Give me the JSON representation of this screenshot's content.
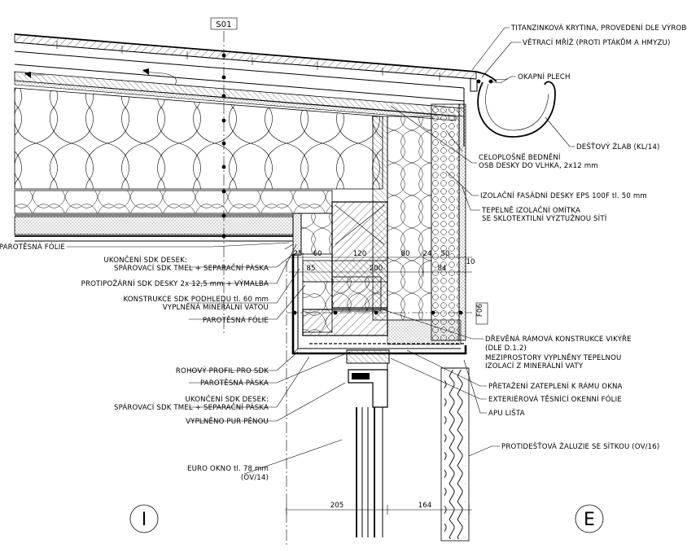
{
  "section_mark": "S01",
  "detail_ref": "F06",
  "interior_mark": "I",
  "exterior_mark": "E",
  "dimensions": {
    "d25": "25",
    "d60": "60",
    "d120": "120",
    "d80": "80",
    "d24": "24",
    "d50": "50",
    "d10": "10",
    "d85": "85",
    "d200": "200",
    "d84": "84",
    "d205": "205",
    "d164": "164"
  },
  "right_labels": {
    "roof_cover": "TITANZINKOVÁ KRYTINA, PROVEDENÍ DLE VÝROBCE",
    "vent_grille": "VĚTRACÍ MŘÍŽ (PROTI PTÁKŮM A HMYZU)",
    "drip_sheet": "OKAPNÍ PLECH",
    "gutter": "DEŠŤOVÝ ŽLAB (KL/14)",
    "osb_1": "CELOPLOŠNĚ BEDNĚNÍ",
    "osb_2": "OSB DESKY DO VLHKA, 2x12 mm",
    "eps": "IZOLAČNÍ FASÁDNÍ DESKY EPS 100F tl. 50 mm",
    "plaster_1": "TEPELNĚ IZOLAČNÍ OMÍTKA",
    "plaster_2": "SE SKLOTEXTILNÍ VÝZTUŽNOU SÍTÍ",
    "frame_1": "DŘEVĚNÁ RÁMOVÁ KONSTRUKCE VIKÝŘE",
    "frame_2": "(DLE D.1.2)",
    "frame_3": "MEZIPROSTORY VYPLNĚNY TEPELNOU",
    "frame_4": "IZOLACÍ Z MINERÁLNÍ VATY",
    "overlap": "PŘETAŽENÍ ZATEPLENÍ K RÁMU OKNA",
    "ext_foil": "EXTERIÉROVÁ TĚSNÍCÍ OKENNÍ FÓLIE",
    "apu": "APU LIŠTA",
    "blind": "PROTIDEŠŤOVÁ ŽALUZIE SE SÍTKOU (OV/16)"
  },
  "left_labels": {
    "vapor_foil_1": "PAROTĚSNÁ FÓLIE",
    "sdk_end_1a": "UKONČENÍ SDK DESEK:",
    "sdk_end_1b": "SPÁROVACÍ SDK TMEL + SEPARAČNÍ PÁSKA",
    "fire_sdk": "PROTIPOŽÁRNÍ SDK DESKY 2x 12,5 mm + VÝMALBA",
    "soffit_1": "KONSTRUKCE SDK PODHLEDU tl. 60 mm",
    "soffit_2": "VYPLNĚNÁ MINERÁLNÍ VATOU",
    "vapor_foil_2": "PAROTĚSNÁ FÓLIE",
    "corner": "ROHOVÝ PROFIL PRO SDK",
    "vapor_tape": "PAROTĚSNÁ PÁSKA",
    "sdk_end_2a": "UKONČENÍ SDK DESEK:",
    "sdk_end_2b": "SPÁROVACÍ SDK TMEL + SEPARAČNÍ PÁSKA",
    "pur": "VYPLNĚNO PUR PĚNOU",
    "window_1": "EURO OKNO tl. 78 mm",
    "window_2": "(OV/14)"
  }
}
